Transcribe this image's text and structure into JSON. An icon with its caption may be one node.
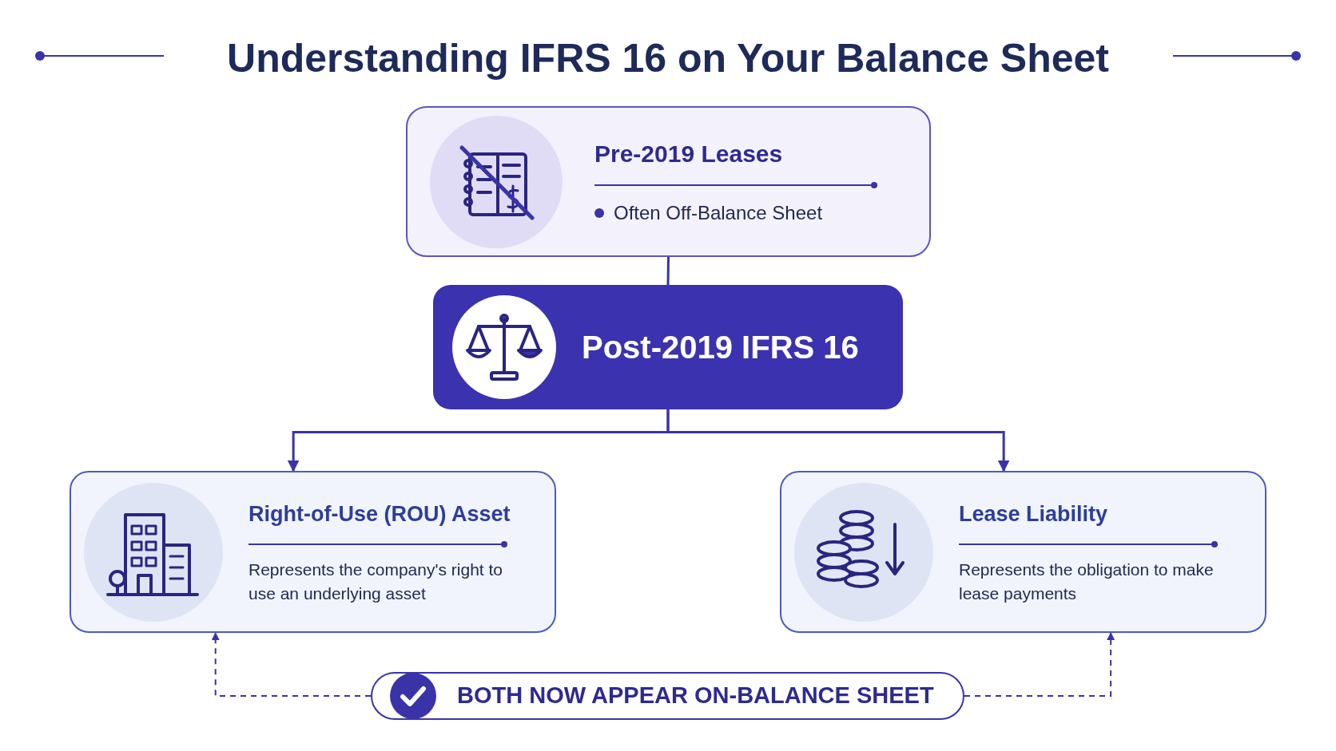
{
  "diagram": {
    "title": "Understanding IFRS 16 on Your Balance Sheet",
    "nodes": [
      {
        "text": [
          "Pre-2019 Leases",
          "Often Off-Balance Sheet"
        ]
      },
      {
        "text": [
          "Post-2019 IFRS 16"
        ]
      },
      {
        "text": [
          "Right-of-Use (ROU) Asset",
          "Represents the company's right to use an underlying asset"
        ]
      },
      {
        "text": [
          "Lease Liability",
          "Represents the obligation to make lease payments"
        ]
      },
      {
        "text": [
          "BOTH NOW APPEAR ON-BALANCE SHEET"
        ]
      }
    ],
    "edges": [
      {
        "from": 0,
        "to": 1,
        "arrow": "none"
      },
      {
        "from": 1,
        "to": 2,
        "arrow": "to"
      },
      {
        "from": 1,
        "to": 3,
        "arrow": "to"
      },
      {
        "from": 4,
        "to": 2,
        "arrow": "to",
        "style": "dashed"
      },
      {
        "from": 4,
        "to": 3,
        "arrow": "to",
        "style": "dashed"
      }
    ]
  }
}
